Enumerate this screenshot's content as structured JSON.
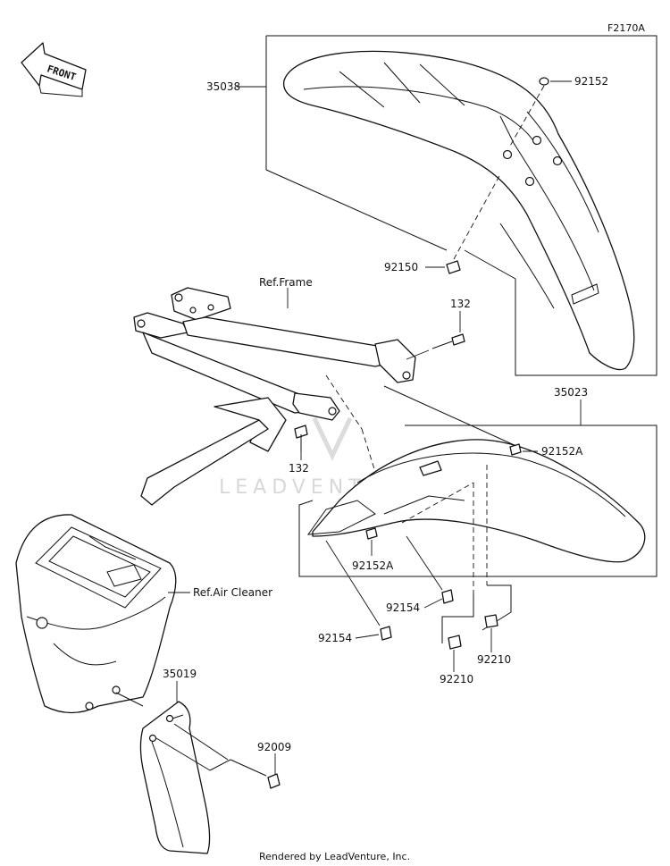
{
  "diagram_code": "F2170A",
  "front_badge": "FRONT",
  "watermark": "LEADVENTURE",
  "footer": "Rendered by LeadVenture, Inc.",
  "refs": {
    "frame": "Ref.Frame",
    "air_cleaner": "Ref.Air Cleaner"
  },
  "parts": {
    "front_fender": "35038",
    "rear_fender": "35023",
    "mud_flap": "35019",
    "grommet_top": "92152",
    "grommet_front": "92150",
    "bolt_frame_a": "132",
    "bolt_frame_b": "132",
    "grommet_rear_a": "92152A",
    "grommet_rear_b": "92152A",
    "bolt_rear_a": "92154",
    "bolt_rear_b": "92154",
    "nut_a": "92210",
    "nut_b": "92210",
    "bolt_flap": "92009"
  }
}
